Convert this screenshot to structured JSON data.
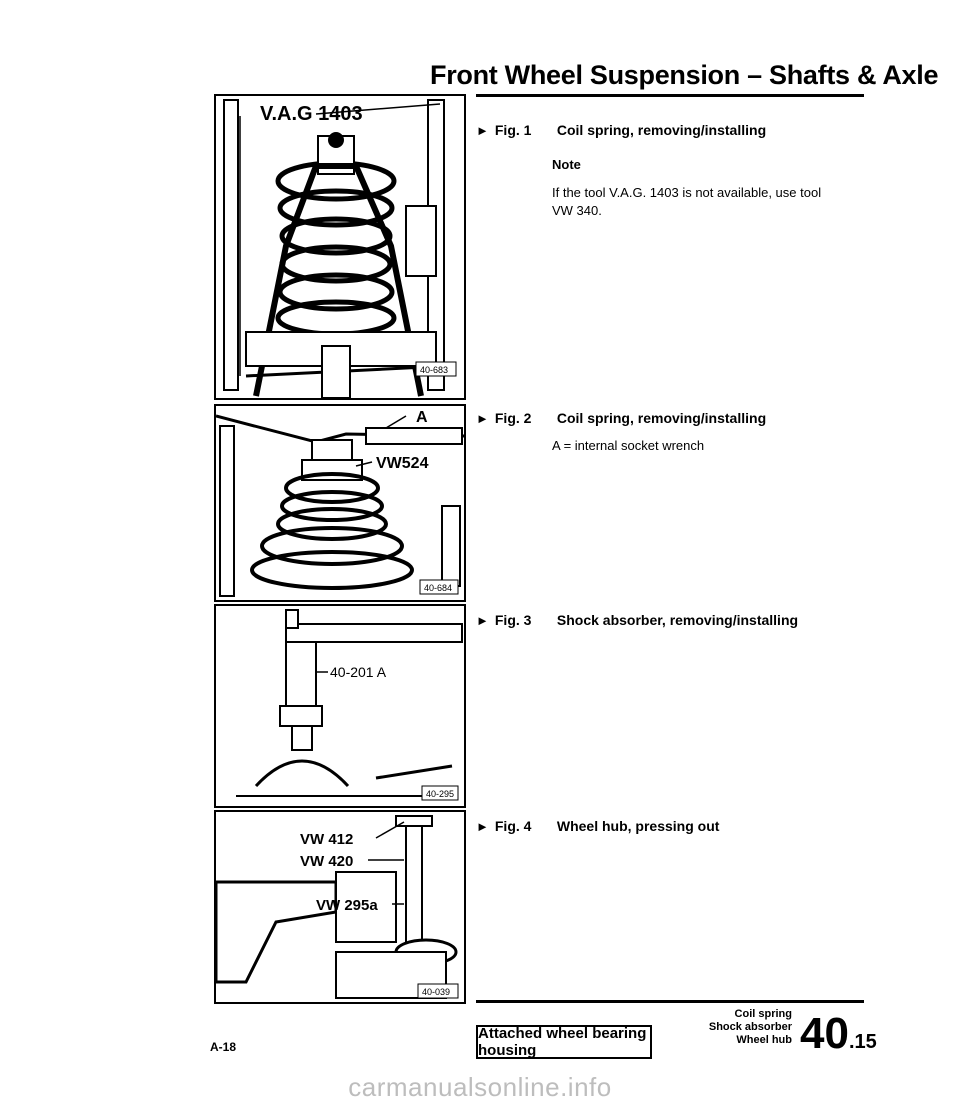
{
  "header": {
    "title": "Front Wheel Suspension – Shafts & Axle"
  },
  "figures": [
    {
      "callouts": [
        "V.A.G 1403"
      ],
      "ref": "40-683"
    },
    {
      "callouts": [
        "A",
        "VW524"
      ],
      "ref": "40-684"
    },
    {
      "callouts": [
        "40-201 A"
      ],
      "ref": "40-295"
    },
    {
      "callouts": [
        "VW 412",
        "VW 420",
        "VW 295a"
      ],
      "ref": "40-039"
    }
  ],
  "captions": [
    {
      "arrow": "►",
      "fig": "Fig. 1",
      "text": "Coil spring, removing/installing",
      "note_heading": "Note",
      "note_text": "If the tool V.A.G. 1403 is not available, use tool VW 340."
    },
    {
      "arrow": "►",
      "fig": "Fig. 2",
      "text": "Coil spring, removing/installing",
      "legend": "A = internal socket wrench"
    },
    {
      "arrow": "►",
      "fig": "Fig. 3",
      "text": "Shock absorber, removing/installing"
    },
    {
      "arrow": "►",
      "fig": "Fig. 4",
      "text": "Wheel hub, pressing out"
    }
  ],
  "footer": {
    "page_number": "A-18",
    "button_label": "Attached wheel bearing housing",
    "toc": [
      "Coil spring",
      "Shock absorber",
      "Wheel hub"
    ],
    "section_main": "40",
    "section_sub": ".15"
  },
  "watermark": "carmanualsonline.info"
}
